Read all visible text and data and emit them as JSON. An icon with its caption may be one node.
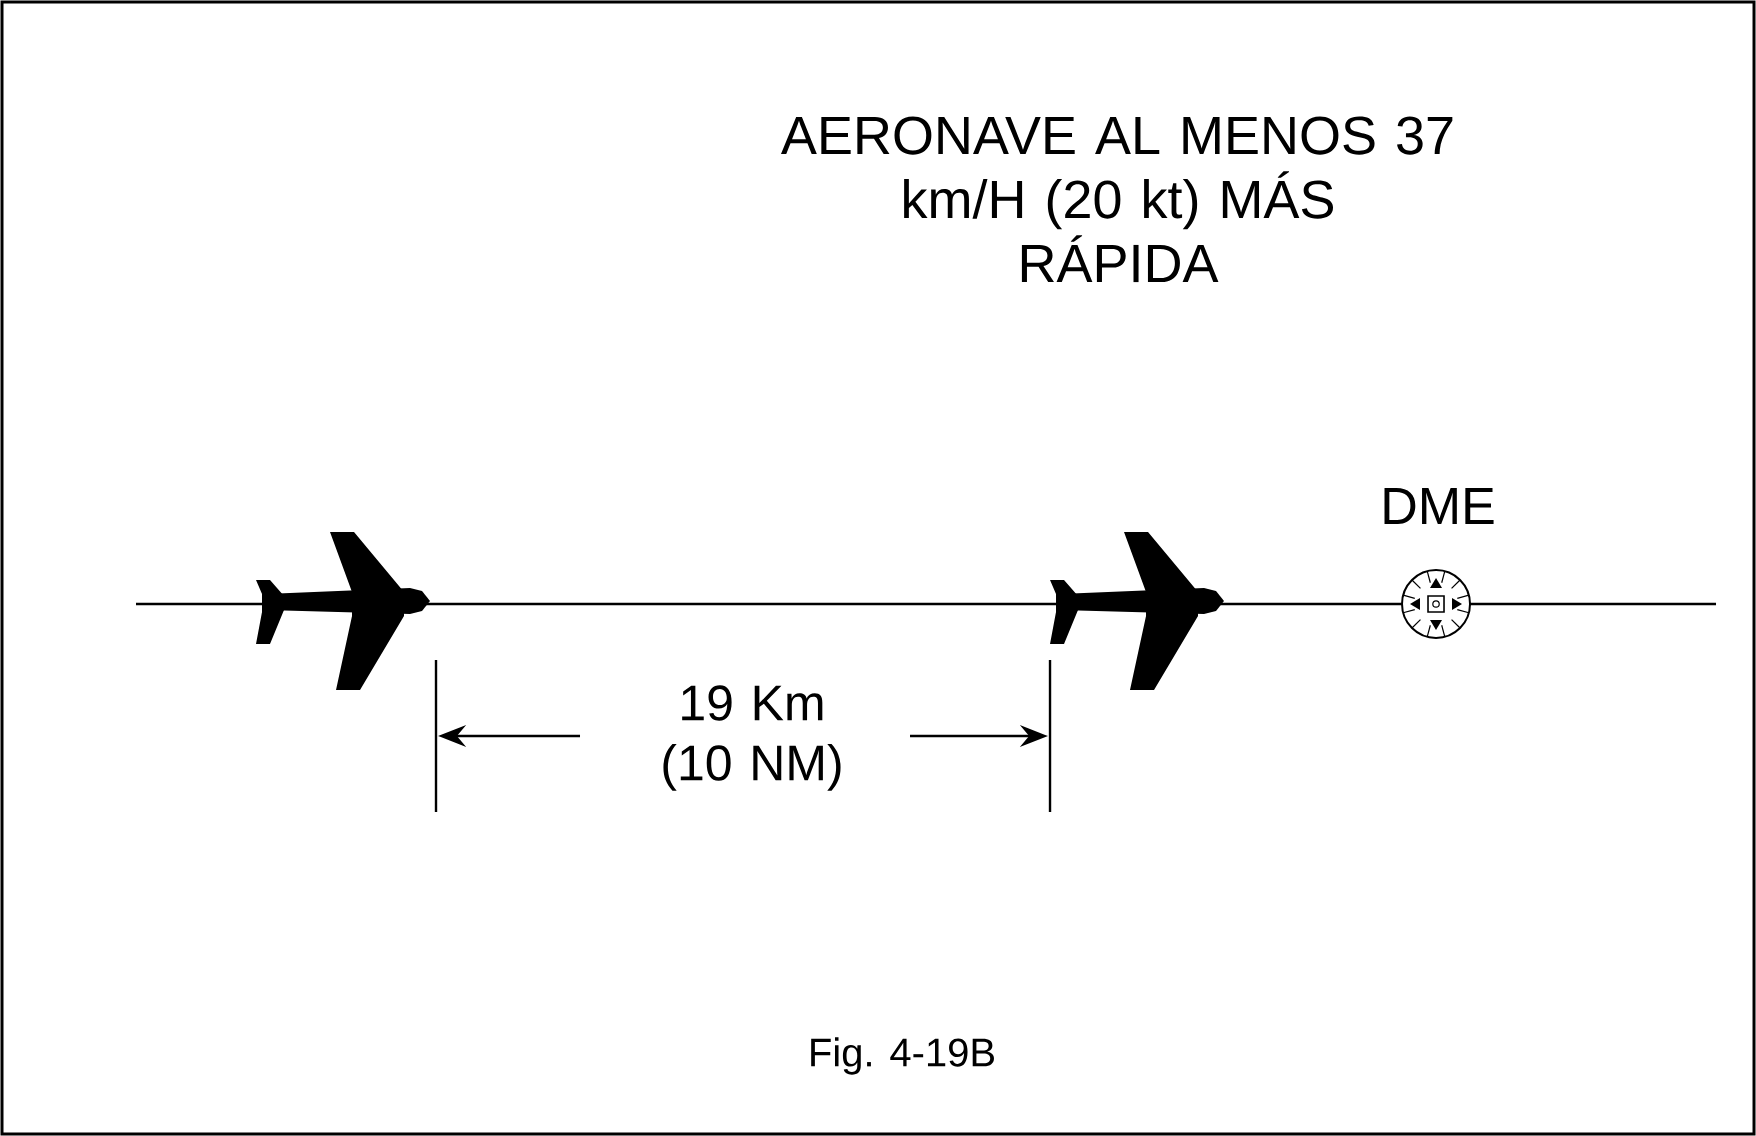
{
  "diagram": {
    "caption": "Fig. 4-19B",
    "labels": [
      "AERONAVE AL MENOS 37 km/H (20 kt) MÁS RÁPIDA",
      "DME",
      "19 Km (10 NM)"
    ]
  }
}
